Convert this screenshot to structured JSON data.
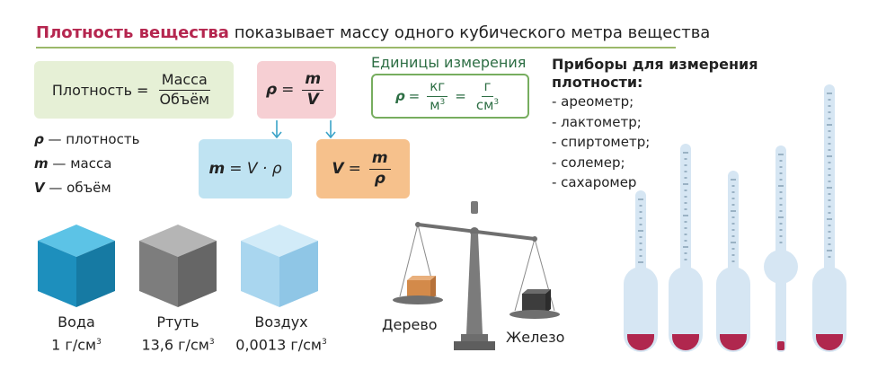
{
  "header": {
    "title_accent": "Плотность вещества",
    "title_rest": "показывает массу одного кубического метра вещества"
  },
  "formula_main": {
    "left": "Плотность",
    "equals": "=",
    "numerator": "Масса",
    "denominator": "Объём"
  },
  "formula_rho": {
    "lhs": "ρ",
    "equals": "=",
    "numerator": "m",
    "denominator": "V"
  },
  "formula_mass": {
    "lhs": "m",
    "rhs": "= V · ρ"
  },
  "formula_volume": {
    "lhs": "V",
    "equals": "=",
    "numerator": "m",
    "denominator": "ρ"
  },
  "legend": [
    {
      "symbol": "ρ",
      "text": "— плотность"
    },
    {
      "symbol": "m",
      "text": "— масса"
    },
    {
      "symbol": "V",
      "text": "— объём"
    }
  ],
  "units": {
    "title": "Единицы измерения",
    "lhs": "ρ",
    "equals1": "=",
    "num1": "кг",
    "den1": "м",
    "den1_sup": "3",
    "equals2": "=",
    "num2": "г",
    "den2": "см",
    "den2_sup": "3"
  },
  "instruments": {
    "title": "Приборы для измерения плотности:",
    "items": [
      "- ареометр;",
      "- лактометр;",
      "- спиртометр;",
      "- солемер;",
      "- сахаромер"
    ]
  },
  "cubes": [
    {
      "name": "Вода",
      "value": "1 г/см",
      "sup": "3",
      "color": "#2aa3cf"
    },
    {
      "name": "Ртуть",
      "value": "13,6 г/см",
      "sup": "3",
      "color": "#8a8a8a"
    },
    {
      "name": "Воздух",
      "value": "0,0013 г/см",
      "sup": "3",
      "color": "#a9d6ef"
    }
  ],
  "scale": {
    "left_label": "Дерево",
    "right_label": "Железо"
  },
  "colors": {
    "accent": "#b5264f",
    "rule": "#9bb86a",
    "green_box": "#e6f0d6",
    "pink_box": "#f6cfd3",
    "blue_box": "#bfe3f2",
    "orange_box": "#f6c18c",
    "units_border": "#77ad5f",
    "units_text": "#2d6e44",
    "arrow": "#3ba3c8",
    "hydrometer_glass": "#d6e6f3",
    "hydrometer_liquid": "#b0274e"
  }
}
